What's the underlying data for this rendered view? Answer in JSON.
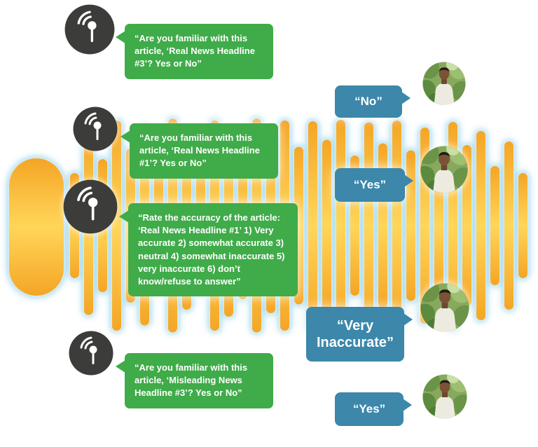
{
  "figure": {
    "description": "IVR phone-survey conversation between an automated broadcast system and a respondent, over an audio waveform background"
  },
  "colors": {
    "bot_bubble": "#3fab49",
    "user_bubble": "#3c87aa",
    "bubble_text": "#ffffff",
    "icon_bg": "#3c3c3a",
    "wave_orange": "#f5a525",
    "wave_yellow": "#ffd65a",
    "wave_glow": "#a5d8ea",
    "page_bg": "#ffffff"
  },
  "icons": {
    "ivr": "broadcast-mic-icon",
    "respondent": "respondent-photo-avatar",
    "background": "audio-waveform"
  },
  "messages": [
    {
      "speaker": "ivr",
      "text": "“Are you familiar with this article, ‘Real News Headline #3’? Yes or No”"
    },
    {
      "speaker": "respondent",
      "text": "“No”"
    },
    {
      "speaker": "ivr",
      "text": "“Are you familiar with this article, ‘Real News Headline #1’? Yes or No”"
    },
    {
      "speaker": "respondent",
      "text": "“Yes”"
    },
    {
      "speaker": "ivr",
      "text": "“Rate the accuracy of the article: ‘Real News Headline #1’ 1) Very accurate 2) somewhat accurate 3) neutral 4) somewhat inaccurate 5) very inaccurate 6) don’t know/refuse to answer”"
    },
    {
      "speaker": "respondent",
      "text": "“Very Inaccurate”"
    },
    {
      "speaker": "ivr",
      "text": "“Are you familiar with this article, ‘Misleading News Headline #3’? Yes or No”"
    },
    {
      "speaker": "respondent",
      "text": "“Yes”"
    }
  ]
}
